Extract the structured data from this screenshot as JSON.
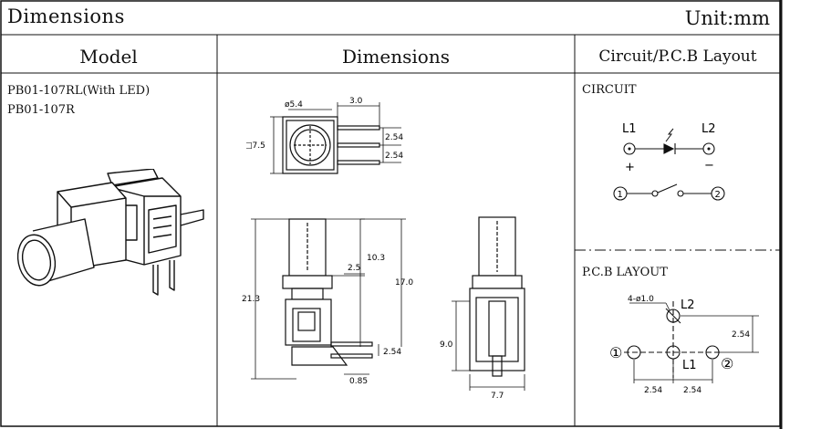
{
  "header": {
    "title": "Dimensions",
    "unit": "Unit:mm"
  },
  "columns": {
    "model": "Model",
    "dimensions": "Dimensions",
    "circuit": "Circuit/P.C.B Layout"
  },
  "models": [
    "PB01-107RL(With LED)",
    "PB01-107R"
  ],
  "dims": {
    "diam": "ø5.4",
    "pin_ext": "3.0",
    "pitch_a": "2.54",
    "pitch_b": "2.54",
    "square": "□7.5",
    "height_upper": "10.3",
    "cap_offset": "2.5",
    "height_mid": "17.0",
    "height_total": "21.3",
    "pin_pitch_side": "2.54",
    "pin_thick": "0.85",
    "body_h": "9.0",
    "width": "7.7"
  },
  "circuit": {
    "label": "CIRCUIT",
    "l1": "L1",
    "l2": "L2",
    "plus": "+",
    "minus": "−",
    "term1": "①",
    "term2": "②"
  },
  "pcb": {
    "label": "P.C.B LAYOUT",
    "holes": "4-ø1.0",
    "l2": "L2",
    "l1": "L1",
    "pitch_v": "2.54",
    "pitch_h1": "2.54",
    "pitch_h2": "2.54",
    "term1": "①",
    "term2": "②"
  }
}
